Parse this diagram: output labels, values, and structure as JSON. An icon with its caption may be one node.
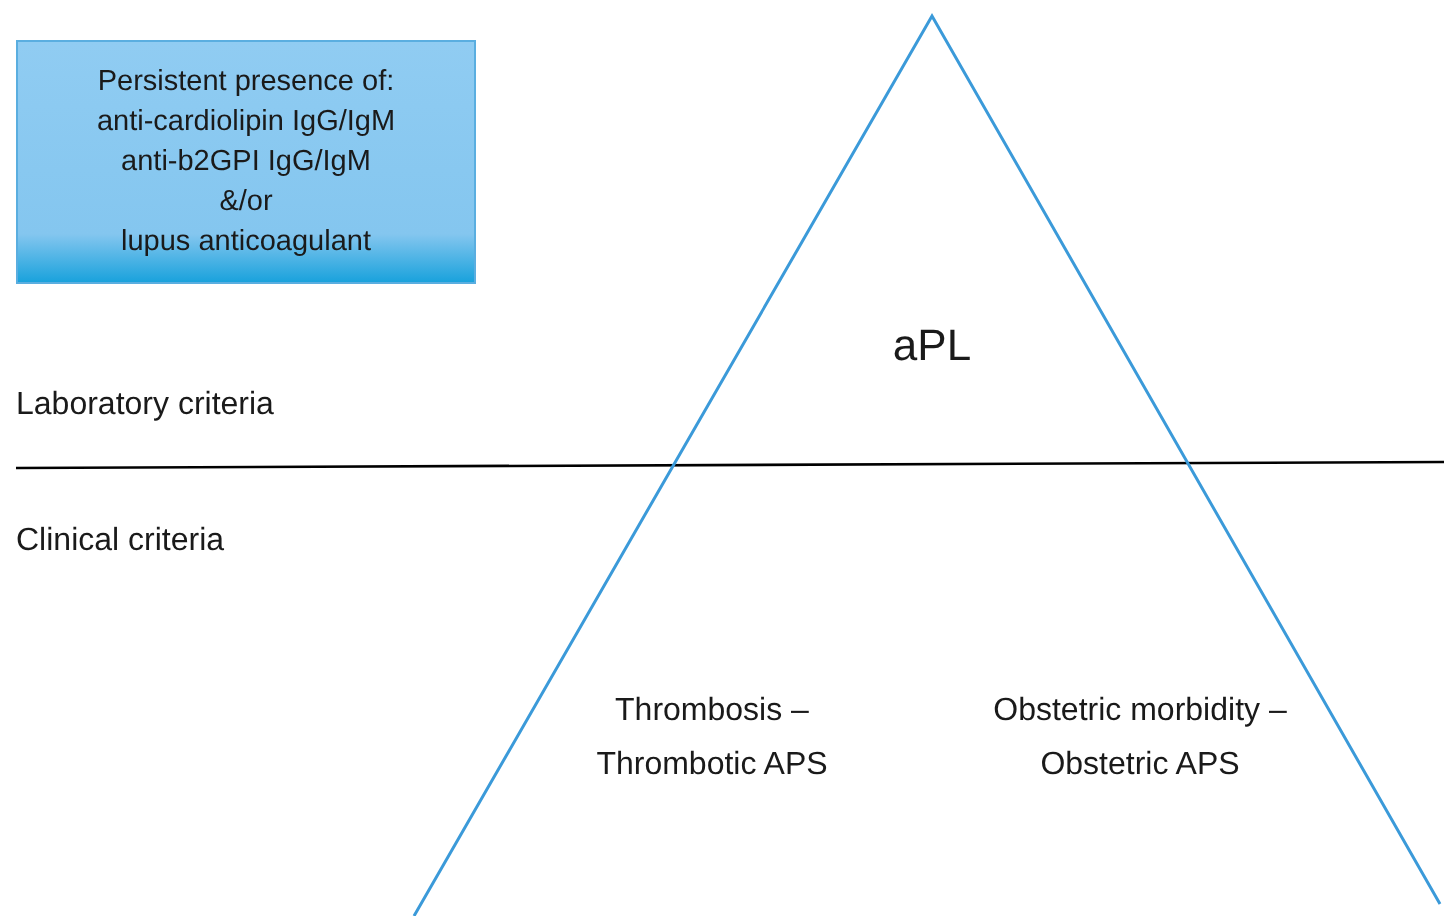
{
  "diagram": {
    "nodes": [
      {
        "text": [
          "Persistent presence of:",
          "anti-cardiolipin IgG/IgM",
          "anti-b2GPI IgG/IgM",
          "&/or",
          "lupus anticoagulant"
        ]
      },
      {
        "text": [
          "aPL",
          "Thrombosis – Thrombotic APS",
          "Obstetric morbidity – Obstetric APS"
        ]
      }
    ],
    "edges": [],
    "labels": [
      "Laboratory criteria",
      "Clinical criteria"
    ]
  }
}
